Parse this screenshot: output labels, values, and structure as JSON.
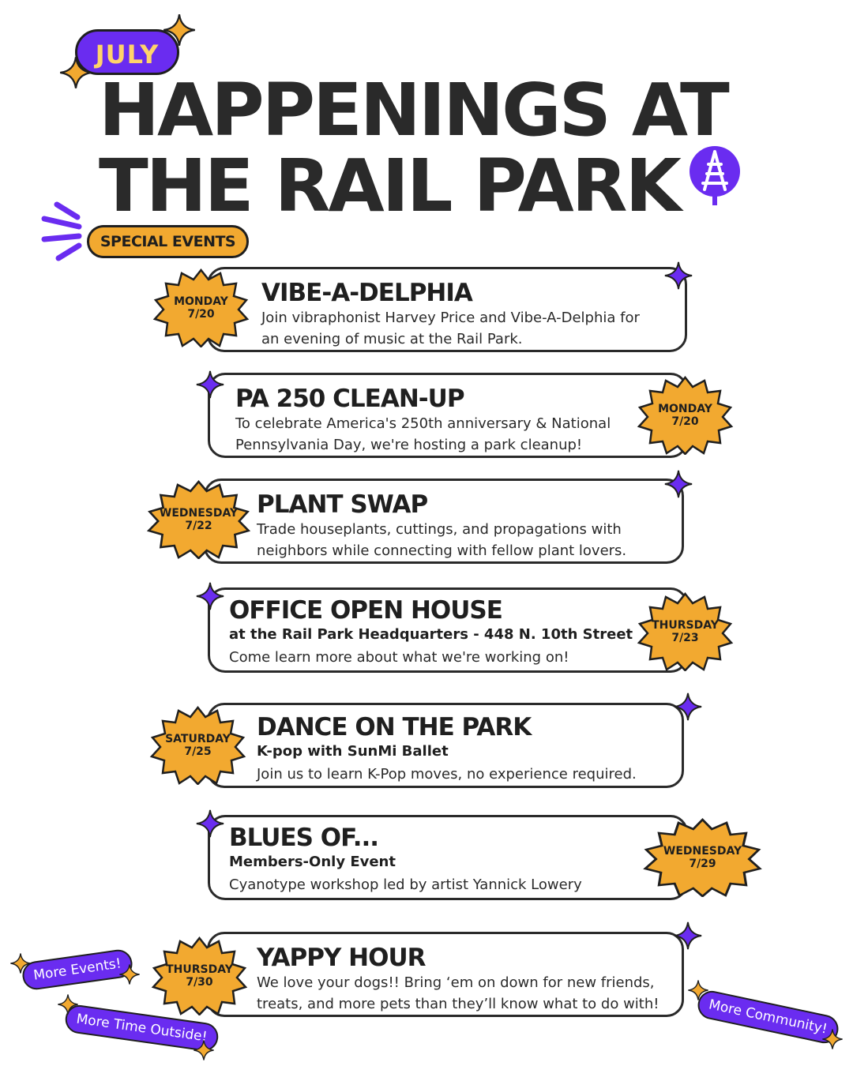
{
  "header": {
    "month": "JULY",
    "title_line1": "HAPPENINGS AT",
    "title_line2": "THE RAIL PARK"
  },
  "section": {
    "label": "SPECIAL EVENTS"
  },
  "events": [
    {
      "title": "VIBE-A-DELPHIA",
      "subtitle": "",
      "desc_line1": "Join vibraphonist Harvey Price and Vibe-A-Delphia for",
      "desc_line2": "an evening of music at the Rail Park.",
      "day": "MONDAY",
      "date": "7/20"
    },
    {
      "title": "PA 250 CLEAN-UP",
      "subtitle": "",
      "desc_line1": "To celebrate America's 250th anniversary & National",
      "desc_line2": "Pennsylvania Day, we're hosting a park cleanup!",
      "day": "MONDAY",
      "date": "7/20"
    },
    {
      "title": "PLANT SWAP",
      "subtitle": "",
      "desc_line1": "Trade houseplants, cuttings, and propagations with",
      "desc_line2": "neighbors while connecting with fellow plant lovers.",
      "day": "WEDNESDAY",
      "date": "7/22"
    },
    {
      "title": "OFFICE OPEN HOUSE",
      "subtitle": "at the Rail Park Headquarters - 448 N. 10th Street",
      "desc_line1": "Come learn more about what we're working on!",
      "desc_line2": "",
      "day": "THURSDAY",
      "date": "7/23"
    },
    {
      "title": "DANCE ON THE PARK",
      "subtitle": "K-pop with SunMi Ballet",
      "desc_line1": "Join us to learn K-Pop moves, no experience required.",
      "desc_line2": "",
      "day": "SATURDAY",
      "date": "7/25"
    },
    {
      "title": "BLUES OF...",
      "subtitle": "Members-Only Event",
      "desc_line1": "Cyanotype workshop led by artist Yannick Lowery",
      "desc_line2": "",
      "day": "WEDNESDAY",
      "date": "7/29"
    },
    {
      "title": "YAPPY HOUR",
      "subtitle": "",
      "desc_line1": "We love your dogs!! Bring ‘em on down for new friends,",
      "desc_line2": "treats, and more pets than they’ll know what to do with!",
      "day": "THURSDAY",
      "date": "7/30"
    }
  ],
  "footer": {
    "more_events": "More Events!",
    "more_time_outside": "More Time Outside!",
    "more_community": "More Community!"
  },
  "colors": {
    "purple": "#6a2cf0",
    "orange": "#f2a930",
    "ink": "#1f1f1f"
  },
  "icons": [
    "sparkle-icon",
    "rail-park-logo-icon",
    "burst-lines-icon",
    "starburst-badge-icon"
  ]
}
